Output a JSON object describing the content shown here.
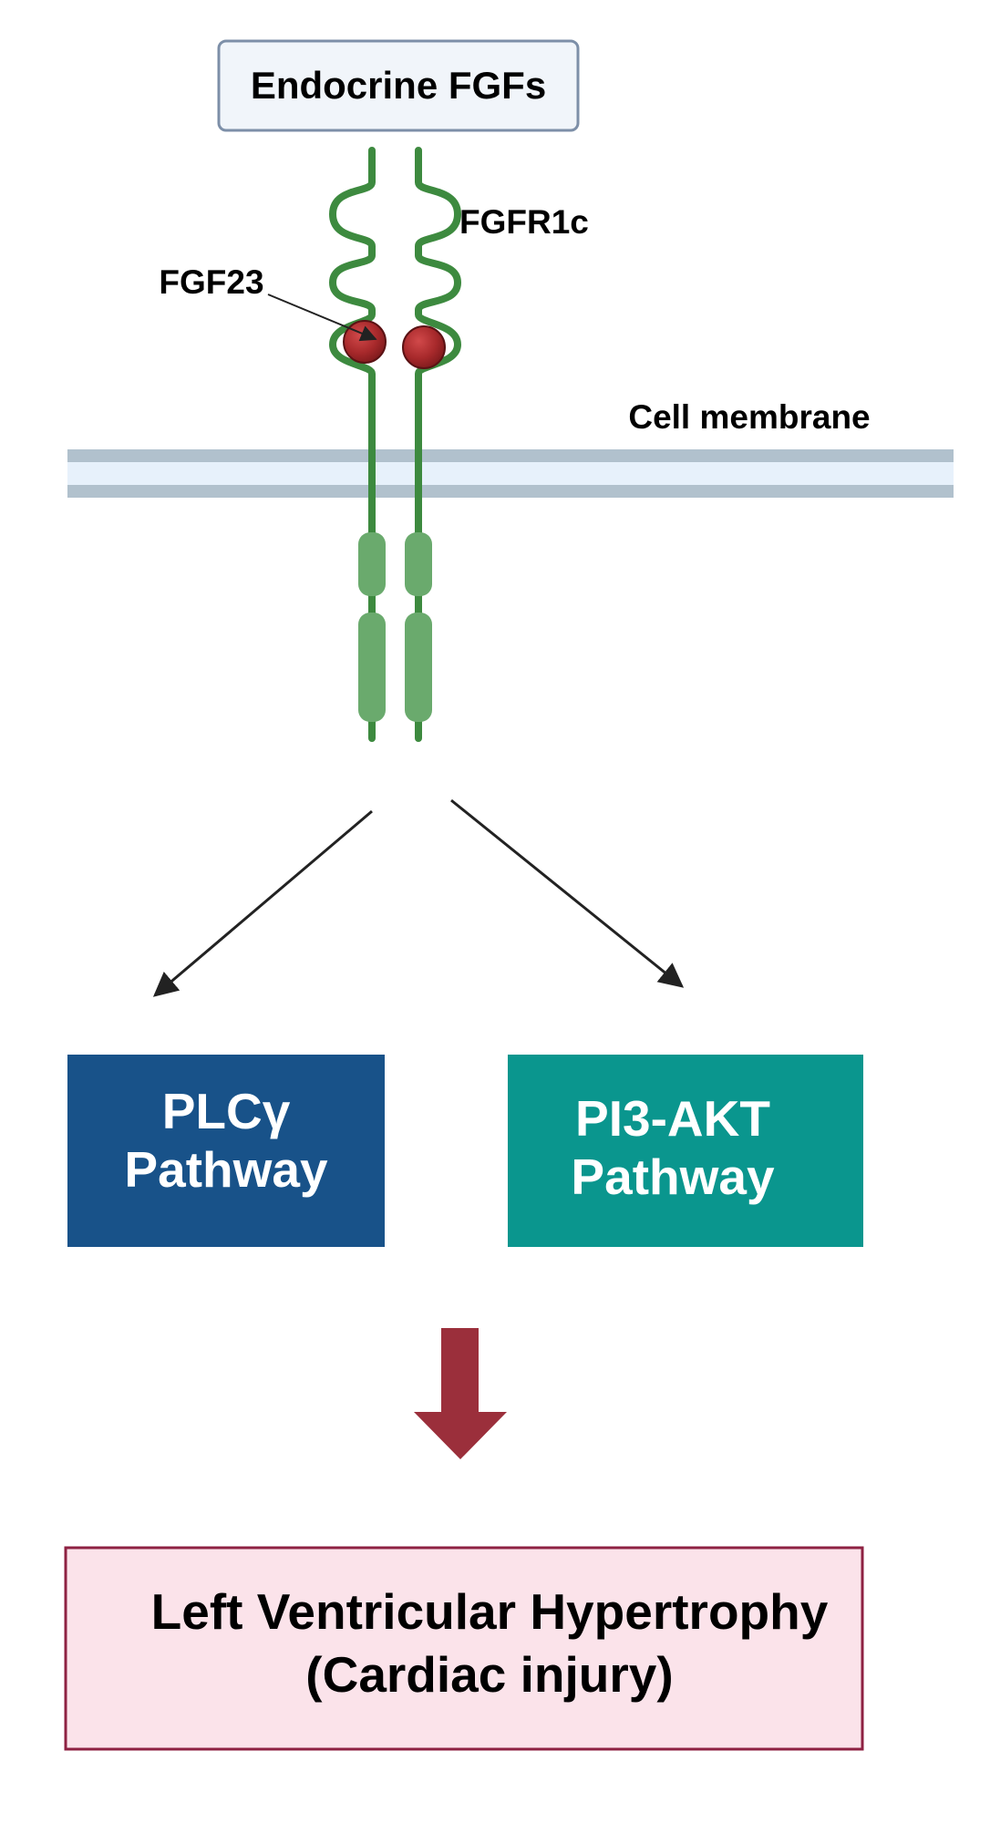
{
  "title_box": {
    "label": "Endocrine FGFs"
  },
  "receptor": {
    "label": "FGFR1c"
  },
  "ligand": {
    "label": "FGF23"
  },
  "membrane": {
    "label": "Cell membrane"
  },
  "pathways": [
    {
      "line1": "PLCγ",
      "line2": "Pathway"
    },
    {
      "line1": "PI3-AKT",
      "line2": "Pathway"
    }
  ],
  "outcome": {
    "line1": "Left Ventricular Hypertrophy",
    "line2": "(Cardiac injury)"
  },
  "colors": {
    "receptor_green": "#3d8a3f",
    "kinase_green": "#6aaa6d",
    "ligand_red": "#a7292b",
    "plc_box": "#185289",
    "pi3k_box": "#0a968e",
    "big_arrow": "#9b2f3b",
    "outcome_fill": "#fbe3ea",
    "outcome_border": "#8e2142",
    "top_box_fill": "#f1f5fa",
    "top_box_border": "#7d8fa8",
    "membrane_outer": "#b1c1cd",
    "membrane_inner": "#e7f1fb"
  }
}
